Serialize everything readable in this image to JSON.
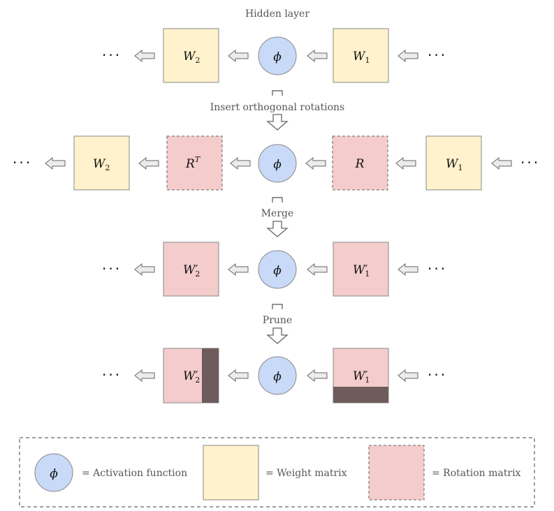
{
  "labels": {
    "hidden_layer": "Hidden layer",
    "step1": "Insert orthogonal rotations",
    "step2": "Merge",
    "step3": "Prune"
  },
  "ellipsis": "···",
  "phi": "ϕ",
  "row1": {
    "left": "W",
    "left_sub": "2",
    "right": "W",
    "right_sub": "1"
  },
  "row2": {
    "outer_left": "W",
    "outer_left_sub": "2",
    "rot_left": "R",
    "rot_left_sup": "T",
    "rot_right": "R",
    "outer_right": "W",
    "outer_right_sub": "1"
  },
  "row3": {
    "left": "W′",
    "left_sub": "2",
    "right": "W′",
    "right_sub": "1"
  },
  "row4": {
    "left": "W′",
    "left_sub": "2",
    "right": "W′",
    "right_sub": "1"
  },
  "legend": {
    "activation": "= Activation function",
    "weight": "= Weight matrix",
    "rotation": "= Rotation matrix"
  },
  "colors": {
    "weight_fill": "#fff2cc",
    "rotation_fill": "#f4cccc",
    "activation_fill": "#c9daf8",
    "pruned_fill": "#6e5c5c"
  }
}
